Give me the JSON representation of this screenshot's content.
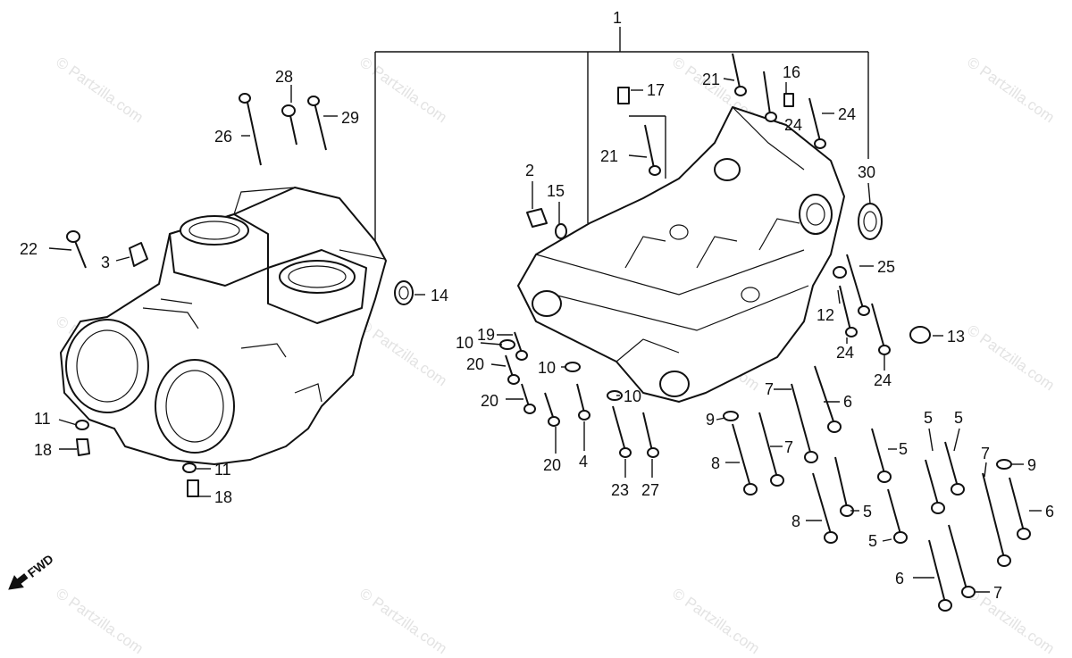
{
  "watermark": "© Partzilla.com",
  "fwd_label": "FWD",
  "callouts": {
    "c1": "1",
    "c2": "2",
    "c3": "3",
    "c4": "4",
    "c5": "5",
    "c6": "6",
    "c7": "7",
    "c8": "8",
    "c9": "9",
    "c10": "10",
    "c11": "11",
    "c12": "12",
    "c13": "13",
    "c14": "14",
    "c15": "15",
    "c16": "16",
    "c17": "17",
    "c18": "18",
    "c19": "19",
    "c20": "20",
    "c21": "21",
    "c22": "22",
    "c23": "23",
    "c24": "24",
    "c25": "25",
    "c26": "26",
    "c27": "27",
    "c28": "28",
    "c29": "29",
    "c30": "30"
  }
}
